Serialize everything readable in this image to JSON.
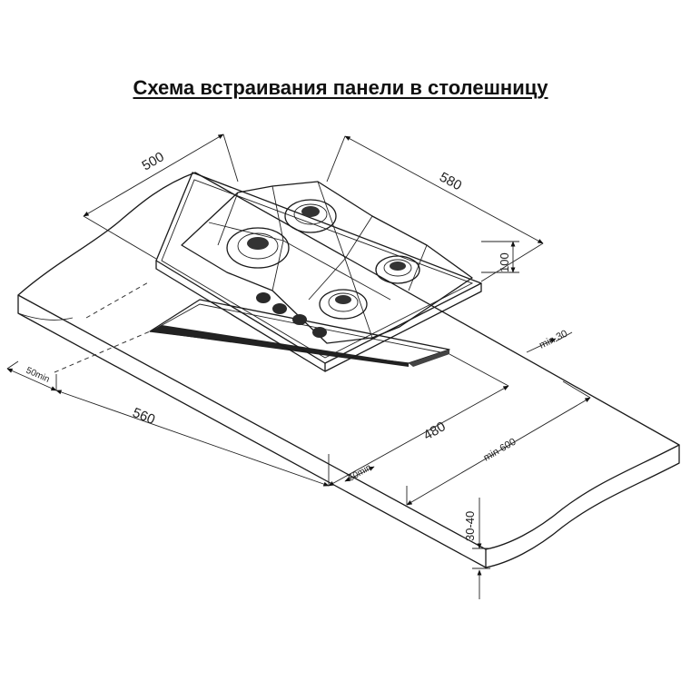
{
  "title": "Схема встраивания панели в столешницу",
  "dimensions": {
    "panel_depth": "500",
    "panel_width": "580",
    "panel_height": "100",
    "top_clearance": "min 30",
    "front_clearance": "50min",
    "cutout_width": "560",
    "cutout_depth": "480",
    "rear_clearance": "50min",
    "worktop_depth": "min 600",
    "worktop_thickness": "30-40"
  }
}
